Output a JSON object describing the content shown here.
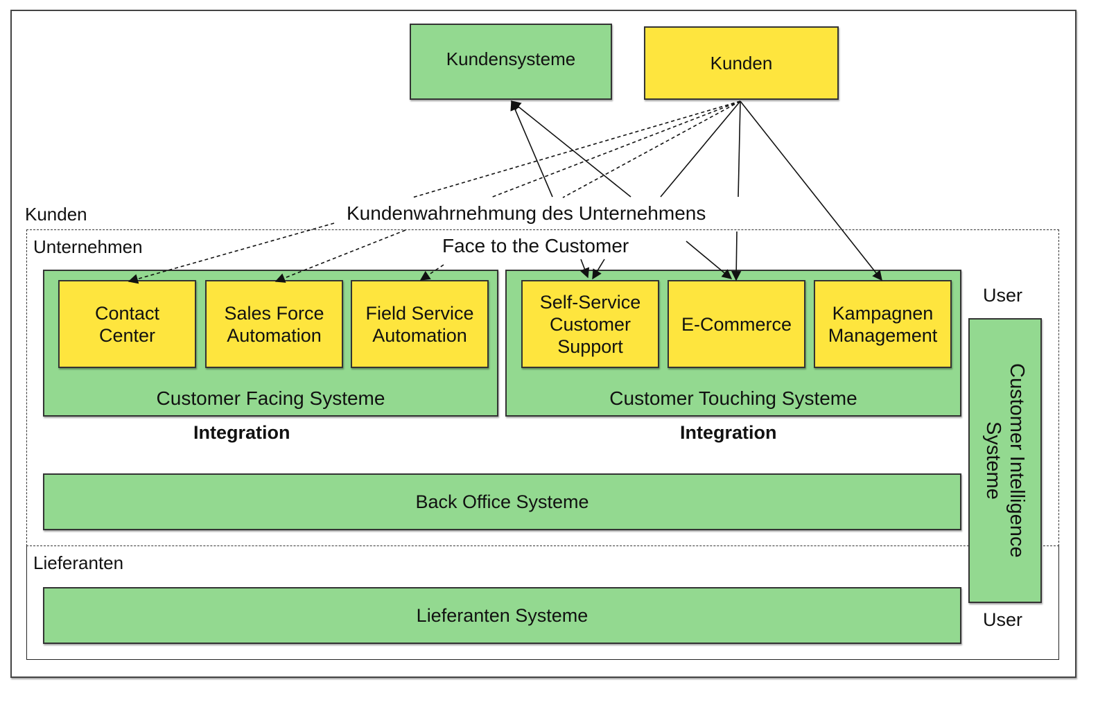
{
  "top": {
    "kundensysteme": "Kundensysteme",
    "kunden_box": "Kunden"
  },
  "zones": {
    "kunden": "Kunden",
    "unternehmen": "Unternehmen",
    "lieferanten": "Lieferanten"
  },
  "labels": {
    "kundenwahrnehmung": "Kundenwahrnehmung des Unternehmens",
    "face_to_customer": "Face to the Customer",
    "integration_left": "Integration",
    "integration_right": "Integration",
    "user_top": "User",
    "user_bottom": "User"
  },
  "customer_facing": {
    "title": "Customer Facing Systeme",
    "items": [
      {
        "line1": "Contact",
        "line2": "Center"
      },
      {
        "line1": "Sales Force",
        "line2": "Automation"
      },
      {
        "line1": "Field Service",
        "line2": "Automation"
      }
    ]
  },
  "customer_touching": {
    "title": "Customer Touching Systeme",
    "items": [
      {
        "line1": "Self-Service",
        "line2": "Customer",
        "line3": "Support"
      },
      {
        "line1": "E-Commerce"
      },
      {
        "line1": "Kampagnen",
        "line2": "Management"
      }
    ]
  },
  "back_office": "Back Office Systeme",
  "lieferanten_systeme": "Lieferanten Systeme",
  "customer_intelligence": {
    "line1": "Customer Intelligence",
    "line2": "Systeme"
  },
  "colors": {
    "green": "#93d990",
    "yellow": "#fee53e",
    "border": "#333333"
  }
}
